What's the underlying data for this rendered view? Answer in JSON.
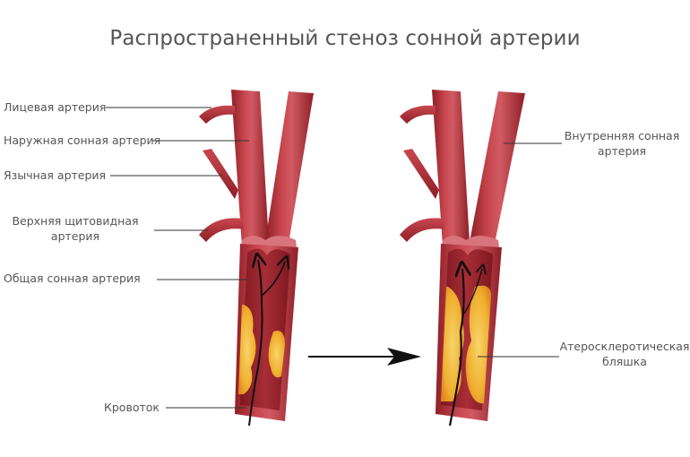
{
  "title": "Распространенный стеноз сонной артерии",
  "labels": {
    "facial_artery": "Лицевая артерия",
    "external_carotid": "Наружная сонная артерия",
    "lingual_artery": "Язычная артерия",
    "superior_thyroid_line1": "Верхняя щитовидная",
    "superior_thyroid_line2": "артерия",
    "common_carotid": "Общая сонная артерия",
    "blood_flow": "Кровоток",
    "internal_carotid_line1": "Внутренняя сонная",
    "internal_carotid_line2": "артерия",
    "plaque_line1": "Атеросклеротическая",
    "plaque_line2": "бляшка"
  },
  "colors": {
    "artery": "#b8323a",
    "artery_dark": "#8e1f27",
    "artery_light": "#d9636b",
    "lumen": "#9a2530",
    "plaque": "#f2b035",
    "plaque_light": "#f7d46a",
    "leader_line": "#333333",
    "text": "#555555"
  },
  "panels": [
    {
      "name": "mild-stenosis",
      "description": "artery with small plaque deposits, wide lumen"
    },
    {
      "name": "severe-stenosis",
      "description": "artery with large plaque deposits, narrowed lumen"
    }
  ]
}
